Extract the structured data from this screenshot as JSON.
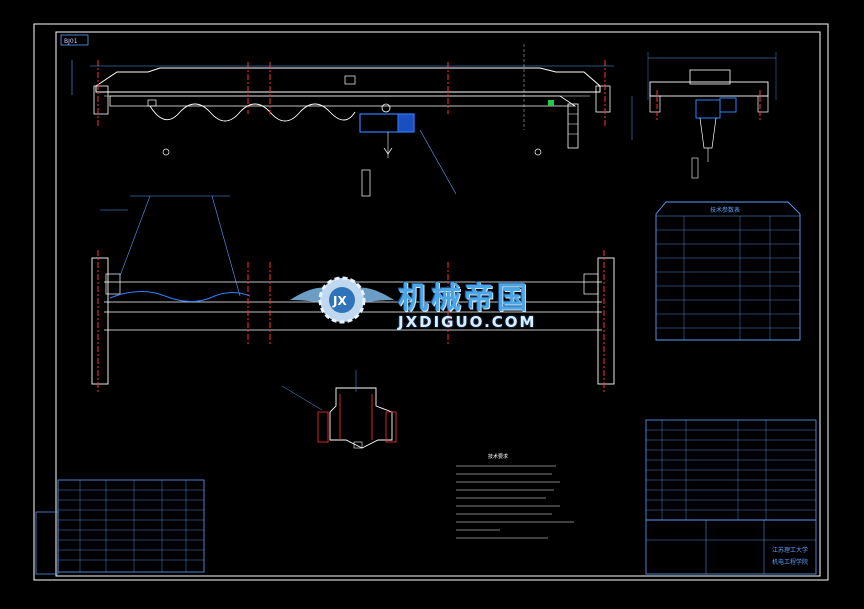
{
  "drawing": {
    "sheet_label": "BJ01"
  },
  "watermark": {
    "cn": "机械帝国",
    "en": "JXDIGUO.COM",
    "logo_letters": "JX"
  },
  "param_table": {
    "title": "技术参数表"
  },
  "notes": {
    "title": "技术要求"
  },
  "title_block": {
    "org_line1": "江苏理工大学",
    "org_line2": "机电工程学院"
  },
  "colors": {
    "background": "#000000",
    "frame": "#ffffff",
    "geometry": "#ffffff",
    "centerline": "#ff3030",
    "dimension": "#5aa0ff",
    "hatch": "#ff3030",
    "hoist": "#2e7fff"
  }
}
